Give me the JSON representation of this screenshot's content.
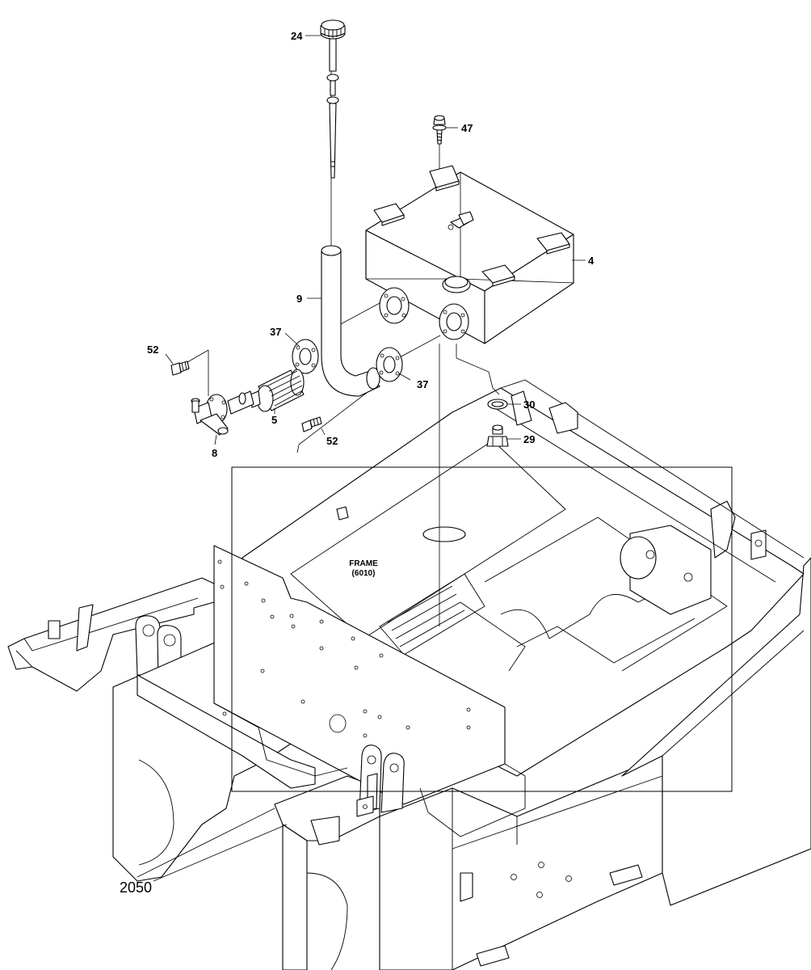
{
  "labels": {
    "p24": "24",
    "p47": "47",
    "p4": "4",
    "p9": "9",
    "p37a": "37",
    "p37b": "37",
    "p52a": "52",
    "p52b": "52",
    "p5": "5",
    "p8": "8",
    "p30": "30",
    "p29": "29",
    "frame_name": "FRAME",
    "frame_ref": "(6010)",
    "assembly_ref": "2050"
  }
}
